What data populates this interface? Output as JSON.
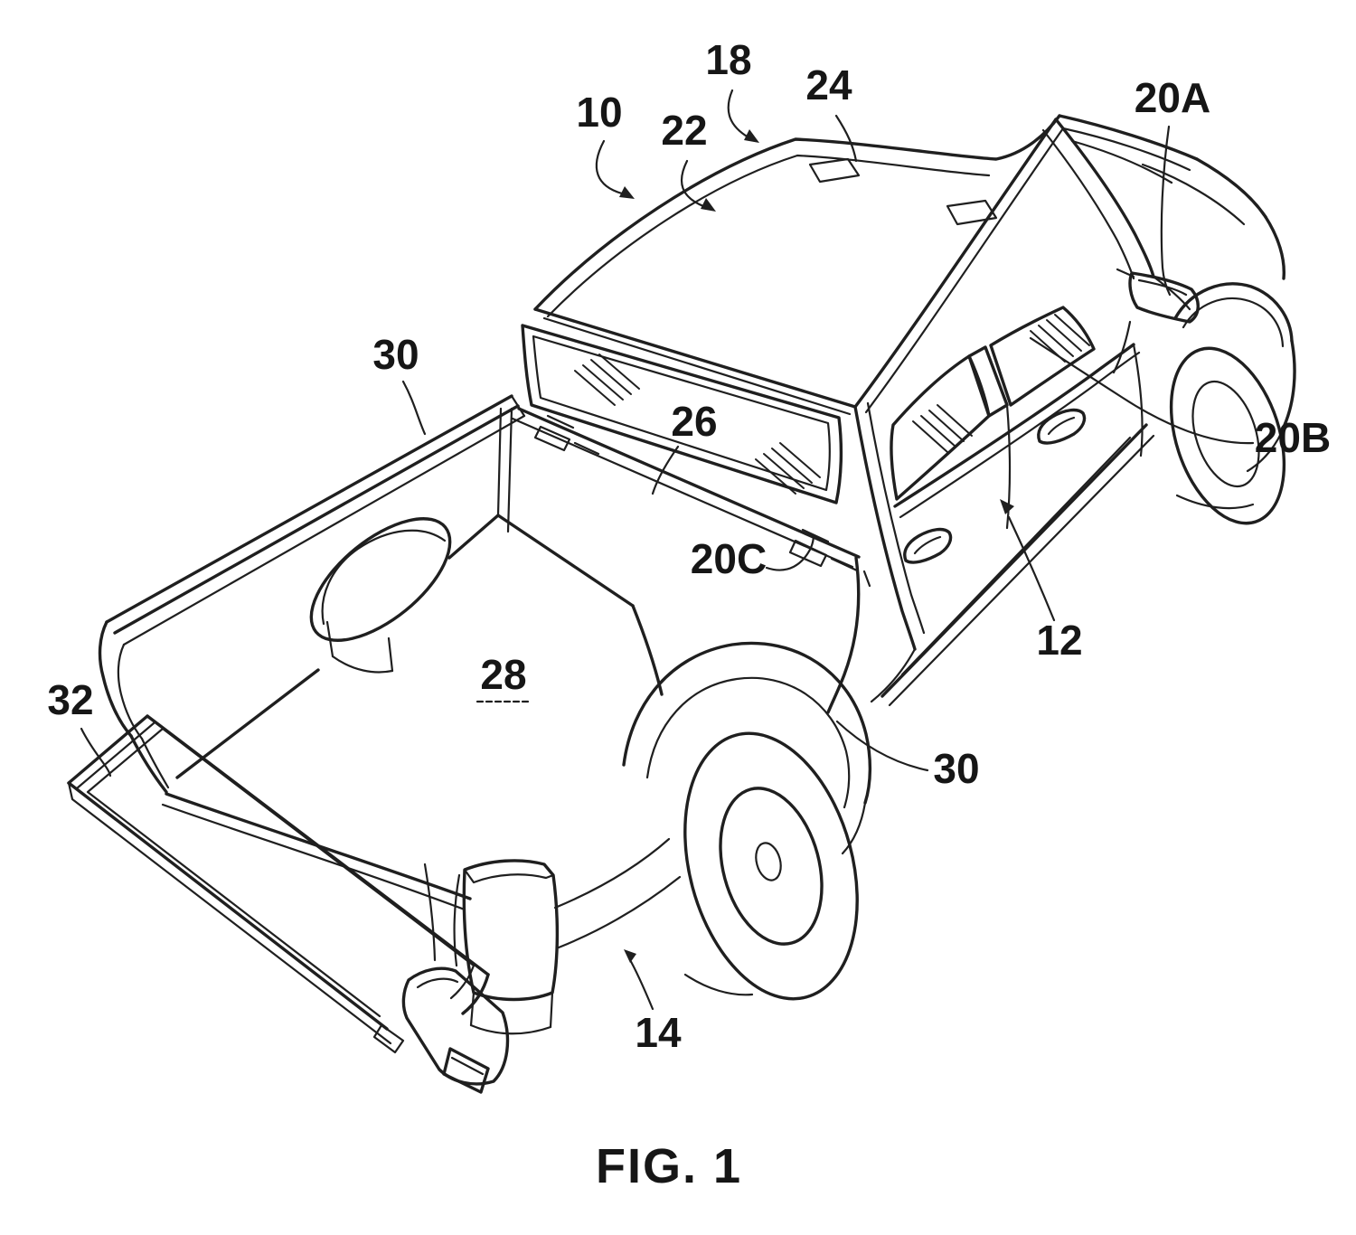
{
  "figure": {
    "caption": "FIG. 1",
    "labels": [
      {
        "id": "10",
        "text": "10"
      },
      {
        "id": "22",
        "text": "22"
      },
      {
        "id": "18",
        "text": "18"
      },
      {
        "id": "24",
        "text": "24"
      },
      {
        "id": "20A",
        "text": "20A"
      },
      {
        "id": "20B",
        "text": "20B"
      },
      {
        "id": "26",
        "text": "26"
      },
      {
        "id": "20C",
        "text": "20C"
      },
      {
        "id": "30-upper",
        "text": "30"
      },
      {
        "id": "28",
        "text": "28"
      },
      {
        "id": "32",
        "text": "32"
      },
      {
        "id": "12",
        "text": "12"
      },
      {
        "id": "30-lower",
        "text": "30"
      },
      {
        "id": "14",
        "text": "14"
      }
    ]
  },
  "colors": {
    "line": "#1f1f1f",
    "background": "#ffffff",
    "label-text": "#161616"
  }
}
